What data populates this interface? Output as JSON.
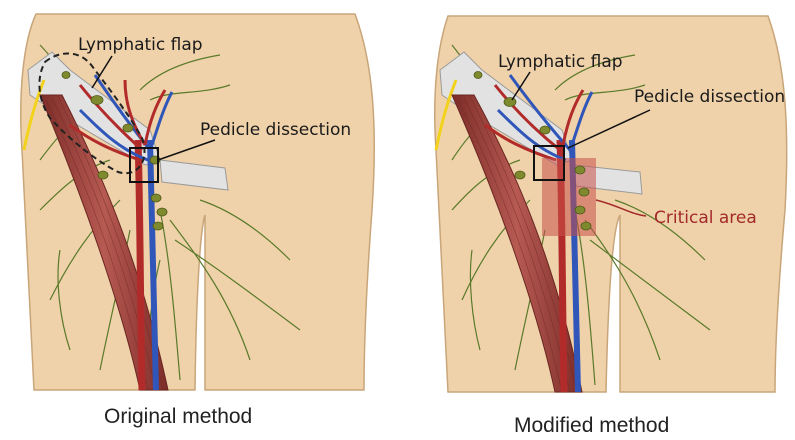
{
  "panels": [
    {
      "id": "original",
      "caption": "Original method",
      "labels": {
        "lymphatic_flap": "Lymphatic flap",
        "pedicle_dissection": "Pedicle dissection"
      }
    },
    {
      "id": "modified",
      "caption": "Modified method",
      "labels": {
        "lymphatic_flap": "Lymphatic flap",
        "pedicle_dissection": "Pedicle dissection",
        "critical_area": "Critical area"
      }
    }
  ],
  "colors": {
    "skin": "#efd2aa",
    "skin_outline": "#c9a57a",
    "artery": "#b22b2b",
    "vein": "#2f56b8",
    "muscle": "#a9514a",
    "lymph": "#7f8a2e",
    "lymph_vessel": "#5a7a2a",
    "nerve": "#f2d21a",
    "bone": "#e2e2e2",
    "critical": "#c9504a",
    "label_text": "#1a1a1a",
    "critical_text": "#a32a2a"
  }
}
